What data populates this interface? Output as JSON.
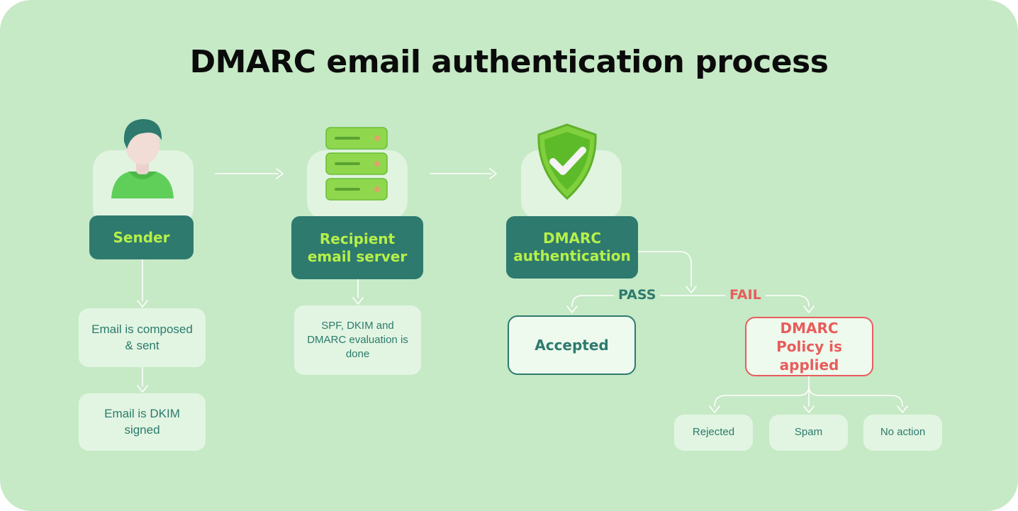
{
  "title": "DMARC email authentication process",
  "colors": {
    "background": "#c6e9c6",
    "node_fill": "#2e7a6e",
    "node_text": "#b6f04a",
    "pass": "#2e7a6e",
    "fail": "#e85c5c",
    "wire": "#ffffff"
  },
  "steps": {
    "sender": {
      "label": "Sender",
      "icon": "person-icon"
    },
    "server": {
      "label": "Recipient email server",
      "icon": "server-icon"
    },
    "dmarc": {
      "label": "DMARC authentication",
      "icon": "shield-check-icon"
    }
  },
  "notes": {
    "composed": "Email is composed & sent",
    "dkim_signed": "Email is DKIM signed",
    "evaluation": "SPF, DKIM and DMARC evaluation is done"
  },
  "branches": {
    "pass": "PASS",
    "fail": "FAIL"
  },
  "outcomes": {
    "accepted": "Accepted",
    "policy": "DMARC Policy is applied"
  },
  "policy_actions": [
    "Rejected",
    "Spam",
    "No action"
  ]
}
